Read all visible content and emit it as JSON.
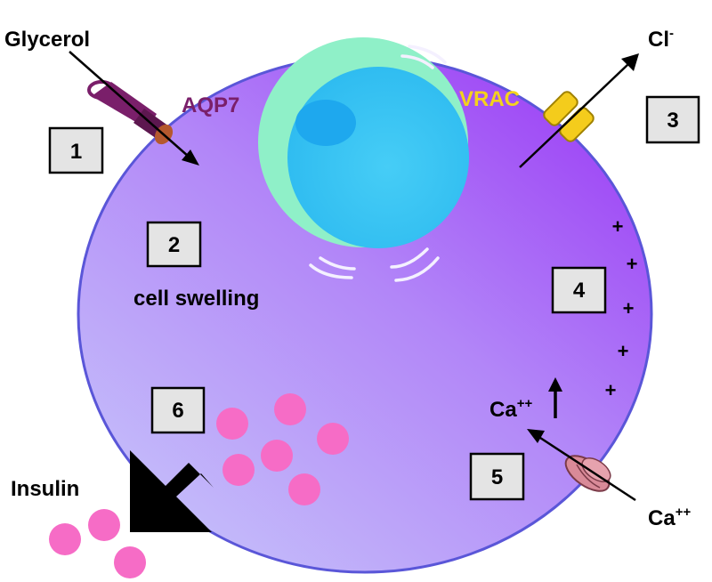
{
  "labels": {
    "glycerol": "Glycerol",
    "aqp7": "AQP7",
    "vrac": "VRAC",
    "chloride": "Cl",
    "chloride_charge": "-",
    "cell_swelling": "cell swelling",
    "calcium_inside": "Ca",
    "calcium_inside_charge": "++",
    "calcium_outside": "Ca",
    "calcium_outside_charge": "++",
    "insulin": "Insulin"
  },
  "steps": [
    "1",
    "2",
    "3",
    "4",
    "5",
    "6"
  ],
  "charge_symbols": [
    "+",
    "+",
    "+",
    "+",
    "+"
  ],
  "colors": {
    "cell_light": "#c6c2fa",
    "cell_dark": "#9c3ff5",
    "nucleus_outer": "#8ff0c8",
    "nucleus_inner": "#3cc6f4",
    "nucleolus": "#1ea8ee",
    "aqp7_channel": "#7a1f6a",
    "aqp7_label": "#7a1f6a",
    "vrac_channel": "#f4cc1c",
    "vrac_label": "#f4d21c",
    "calcium_channel": "#d98a98",
    "insulin_granule": "#f66cc6",
    "step_box": "#e4e4e4"
  },
  "icons": {
    "aqp7": "aqp7-channel-icon",
    "vrac": "vrac-channel-icon",
    "calcium": "calcium-channel-icon",
    "secretion": "secretion-arrow-icon"
  }
}
